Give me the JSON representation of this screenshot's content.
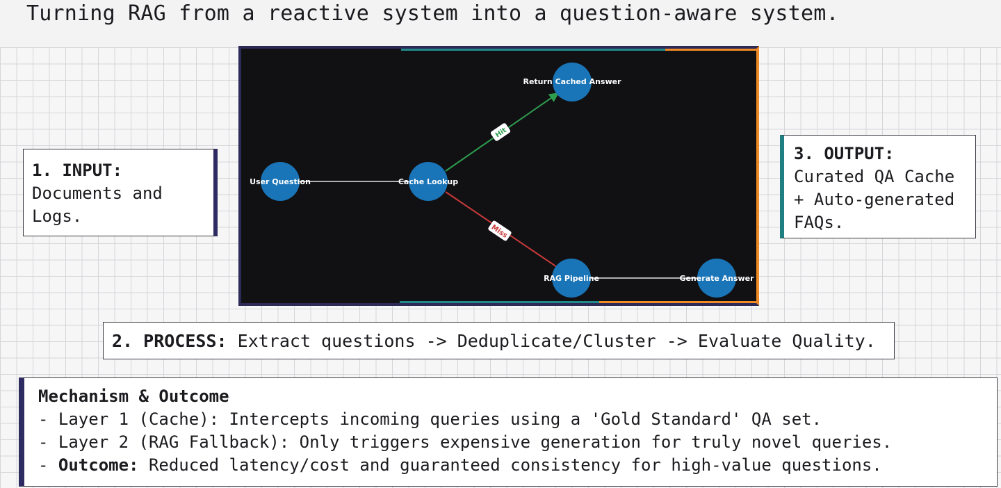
{
  "title": "Turning RAG from a reactive system into a question-aware system.",
  "input": {
    "label": "1. INPUT:",
    "text": "Documents and Logs."
  },
  "output": {
    "label": "3. OUTPUT:",
    "text": "Curated QA Cache + Auto-generated FAQs."
  },
  "process": {
    "label": "2. PROCESS:",
    "text": "Extract questions -> Deduplicate/Cluster -> Evaluate Quality."
  },
  "mechanism": {
    "heading": "Mechanism & Outcome",
    "line1": "- Layer 1 (Cache): Intercepts incoming queries using a 'Gold Standard' QA set.",
    "line2": "- Layer 2 (RAG Fallback): Only triggers expensive generation for truly novel queries.",
    "line3_prefix": "- ",
    "line3_label": "Outcome:",
    "line3_text": "Reduced latency/cost and guaranteed consistency for high-value questions."
  },
  "diagram": {
    "nodes": {
      "user_question": "User Question",
      "cache_lookup": "Cache Lookup",
      "return_cached": "Return Cached Answer",
      "rag_pipeline": "RAG Pipeline",
      "generate_answer": "Generate Answer"
    },
    "edges": {
      "hit": "Hit",
      "miss": "Miss"
    },
    "colors": {
      "node": "#1a75b8",
      "hit": "#2e9d4e",
      "miss": "#c83a3a",
      "edge": "#e6e6e6",
      "border_navy": "#2d2a58",
      "border_teal": "#1f8a8a",
      "border_orange": "#f08a24"
    }
  }
}
